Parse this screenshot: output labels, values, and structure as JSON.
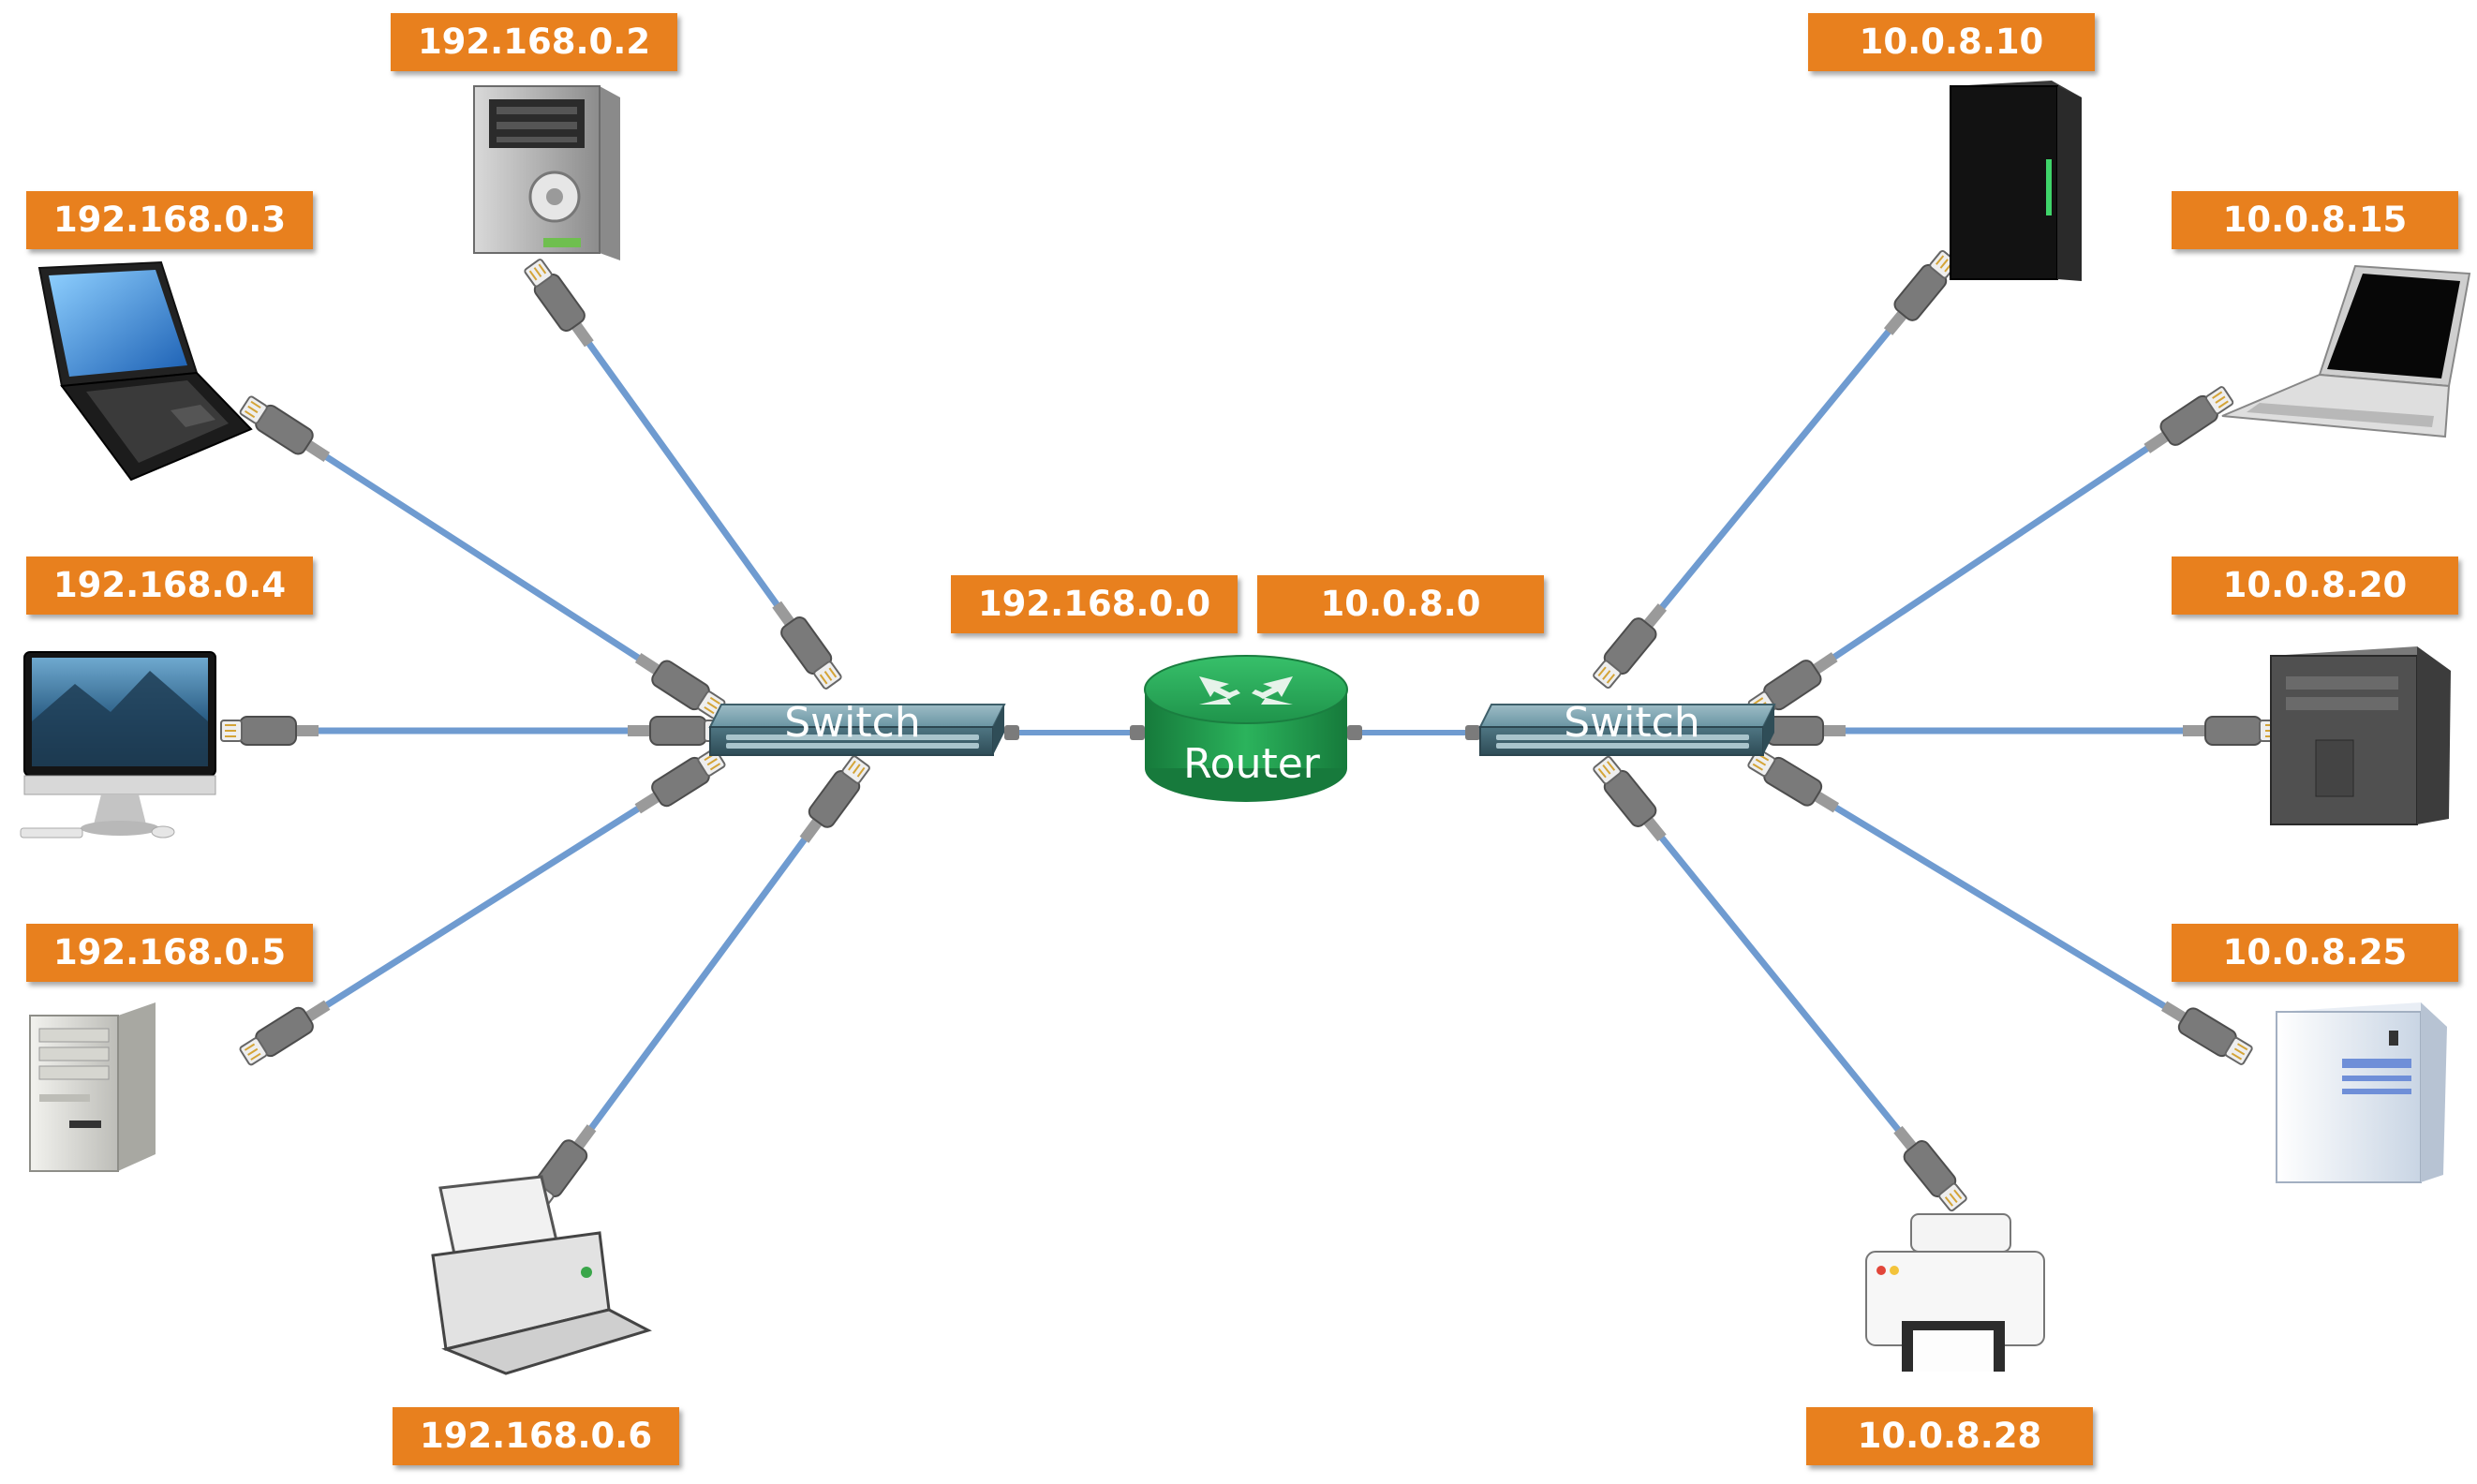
{
  "left_network": {
    "switch_label": "Switch",
    "network_address": "192.168.0.0",
    "hosts": [
      {
        "ip": "192.168.0.2",
        "device": "tower-desktop"
      },
      {
        "ip": "192.168.0.3",
        "device": "laptop"
      },
      {
        "ip": "192.168.0.4",
        "device": "imac-monitor"
      },
      {
        "ip": "192.168.0.5",
        "device": "beige-tower"
      },
      {
        "ip": "192.168.0.6",
        "device": "inkjet-printer"
      }
    ]
  },
  "router": {
    "label": "Router"
  },
  "right_network": {
    "switch_label": "Switch",
    "network_address": "10.0.8.0",
    "hosts": [
      {
        "ip": "10.0.8.10",
        "device": "black-server"
      },
      {
        "ip": "10.0.8.15",
        "device": "laptop"
      },
      {
        "ip": "10.0.8.20",
        "device": "dark-server"
      },
      {
        "ip": "10.0.8.25",
        "device": "white-server"
      },
      {
        "ip": "10.0.8.28",
        "device": "white-printer"
      }
    ]
  },
  "colors": {
    "label_bg": "#e8801e",
    "cable": "#6f9bd0",
    "connector": "#7a7a7a",
    "switch": "#5e8794",
    "router": "#1f9b4f"
  }
}
